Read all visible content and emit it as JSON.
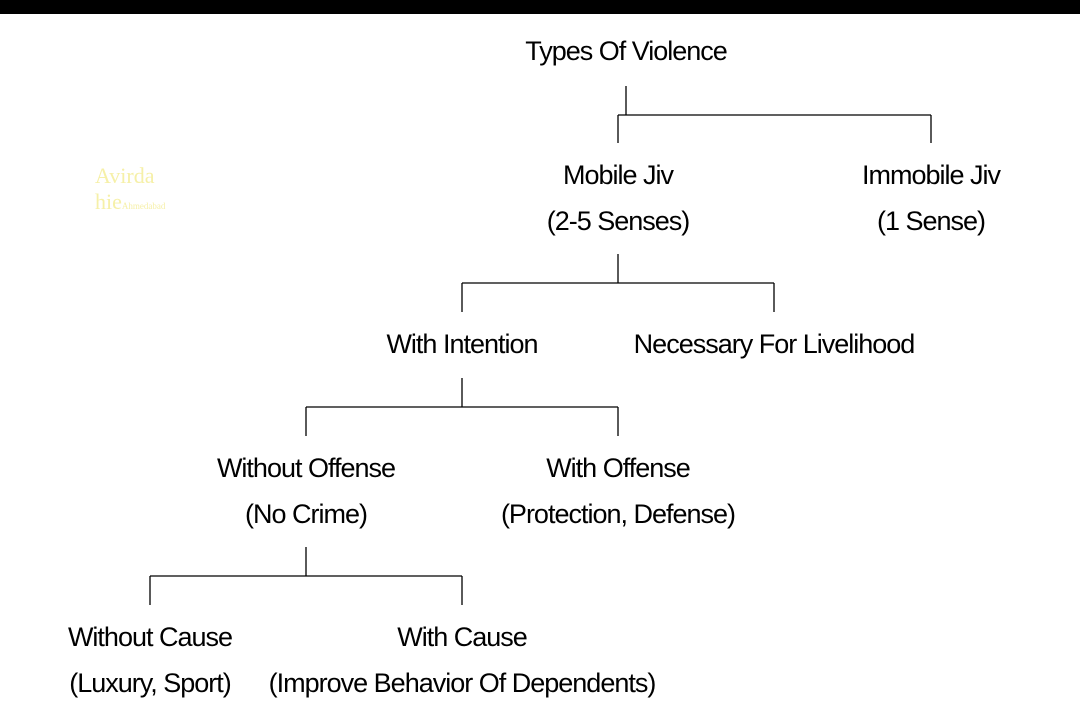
{
  "colors": {
    "background": "#ffffff",
    "text": "#000000",
    "top_bar": "#000000",
    "faint_text": "#f6f0a8"
  },
  "faint_text": {
    "line1": "Avirda",
    "line2_main": "hie",
    "line2_small": "Ahmedabad"
  },
  "nodes": {
    "root": {
      "line1": "Types Of Violence"
    },
    "mobile": {
      "line1": "Mobile Jiv",
      "line2": "(2-5 Senses)"
    },
    "immobile": {
      "line1": "Immobile Jiv",
      "line2": "(1 Sense)"
    },
    "with_intention": {
      "line1": "With Intention"
    },
    "livelihood": {
      "line1": "Necessary For Livelihood"
    },
    "without_offense": {
      "line1": "Without Offense",
      "line2": "(No Crime)"
    },
    "with_offense": {
      "line1": "With Offense",
      "line2": "(Protection, Defense)"
    },
    "without_cause": {
      "line1": "Without Cause",
      "line2": "(Luxury, Sport)"
    },
    "with_cause": {
      "line1": "With Cause",
      "line2": "(Improve Behavior Of Dependents)"
    }
  }
}
